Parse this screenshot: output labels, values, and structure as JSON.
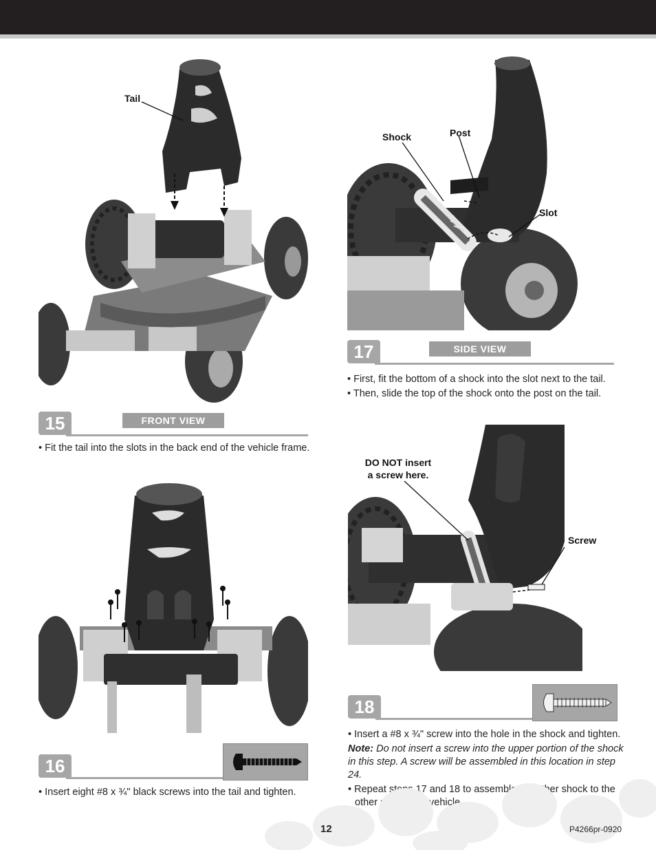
{
  "step15": {
    "number": "15",
    "view_label": "FRONT VIEW",
    "callouts": {
      "tail": "Tail"
    },
    "instructions": [
      "• Fit the tail into the slots in the back end of the vehicle frame."
    ]
  },
  "step16": {
    "number": "16",
    "instructions": [
      "• Insert eight #8 x ¾\" black screws into the tail and tighten."
    ]
  },
  "step17": {
    "number": "17",
    "view_label": "SIDE VIEW",
    "callouts": {
      "shock": "Shock",
      "post": "Post",
      "slot": "Slot"
    },
    "instructions": [
      "• First, fit the bottom of a shock into the slot next to the tail.",
      "• Then, slide the top of the shock onto the post on the tail."
    ]
  },
  "step18": {
    "number": "18",
    "callouts": {
      "do_not_insert_1": "DO NOT insert",
      "do_not_insert_2": "a screw here.",
      "screw": "Screw"
    },
    "instructions": {
      "bullet1": "• Insert a #8 x ¾\" screw into the hole in the shock and tighten.",
      "note_label": "Note:",
      "note_text": " Do not insert a screw into the upper portion of the shock in this step. A screw will be assembled in this location in step 24.",
      "bullet2": "• Repeat steps 17 and 18 to assemble the other shock to the other side of the vehicle."
    }
  },
  "footer": {
    "page_number": "12",
    "doc_code": "P4266pr-0920"
  },
  "colors": {
    "header_bar": "#231f20",
    "step_gray": "#a6a6a6",
    "stripe": "#c8c8c8"
  }
}
